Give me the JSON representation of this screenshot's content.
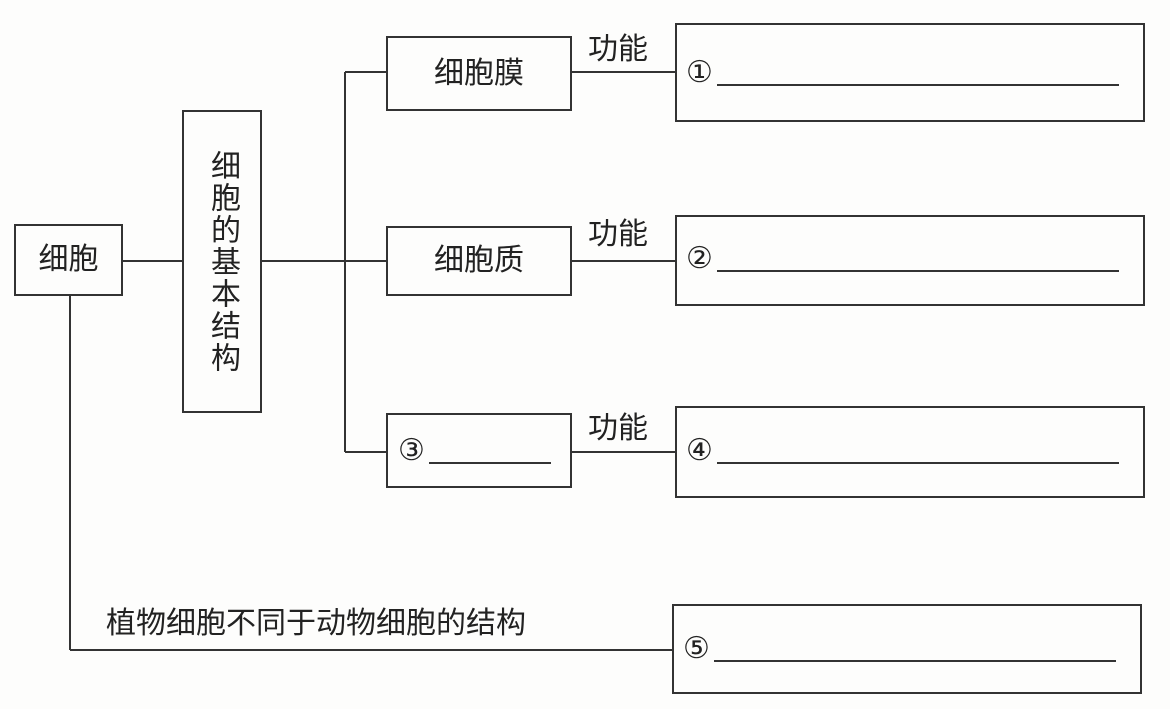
{
  "root": {
    "label": "细胞"
  },
  "basic_structure": {
    "label": "细胞的基本结构"
  },
  "parts": [
    {
      "label": "细胞膜",
      "function_label": "功能",
      "answer_marker": "①"
    },
    {
      "label": "细胞质",
      "function_label": "功能",
      "answer_marker": "②"
    },
    {
      "label_marker": "③",
      "function_label": "功能",
      "answer_marker": "④"
    }
  ],
  "plant_difference": {
    "label": "植物细胞不同于动物细胞的结构",
    "answer_marker": "⑤"
  }
}
